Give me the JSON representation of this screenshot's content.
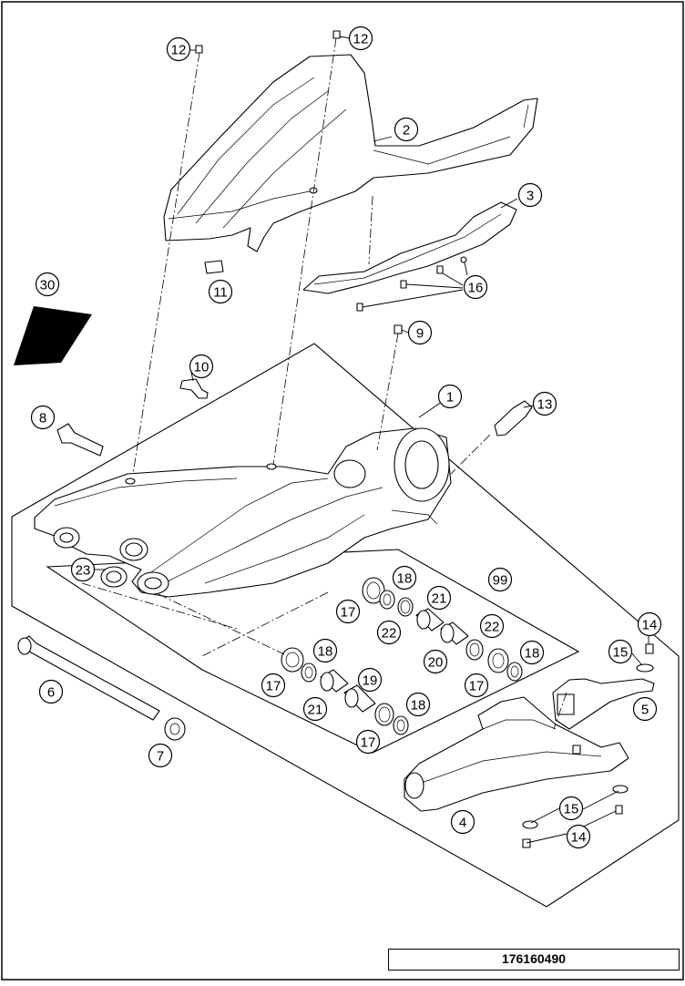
{
  "drawing_number": "176160490",
  "callouts": {
    "c1": "1",
    "c2": "2",
    "c3": "3",
    "c4": "4",
    "c5": "5",
    "c6": "6",
    "c7": "7",
    "c8": "8",
    "c9": "9",
    "c10": "10",
    "c11": "11",
    "c12a": "12",
    "c12b": "12",
    "c13": "13",
    "c14a": "14",
    "c14b": "14",
    "c15a": "15",
    "c15b": "15",
    "c16": "16",
    "c17a": "17",
    "c17b": "17",
    "c17c": "17",
    "c17d": "17",
    "c18a": "18",
    "c18b": "18",
    "c18c": "18",
    "c18d": "18",
    "c19": "19",
    "c20": "20",
    "c21a": "21",
    "c21b": "21",
    "c22a": "22",
    "c22b": "22",
    "c23": "23",
    "c30": "30",
    "c99": "99"
  },
  "colors": {
    "line": "#000000",
    "background": "#ffffff",
    "fill_dark": "#000000",
    "shade": "#d9d9d9"
  }
}
